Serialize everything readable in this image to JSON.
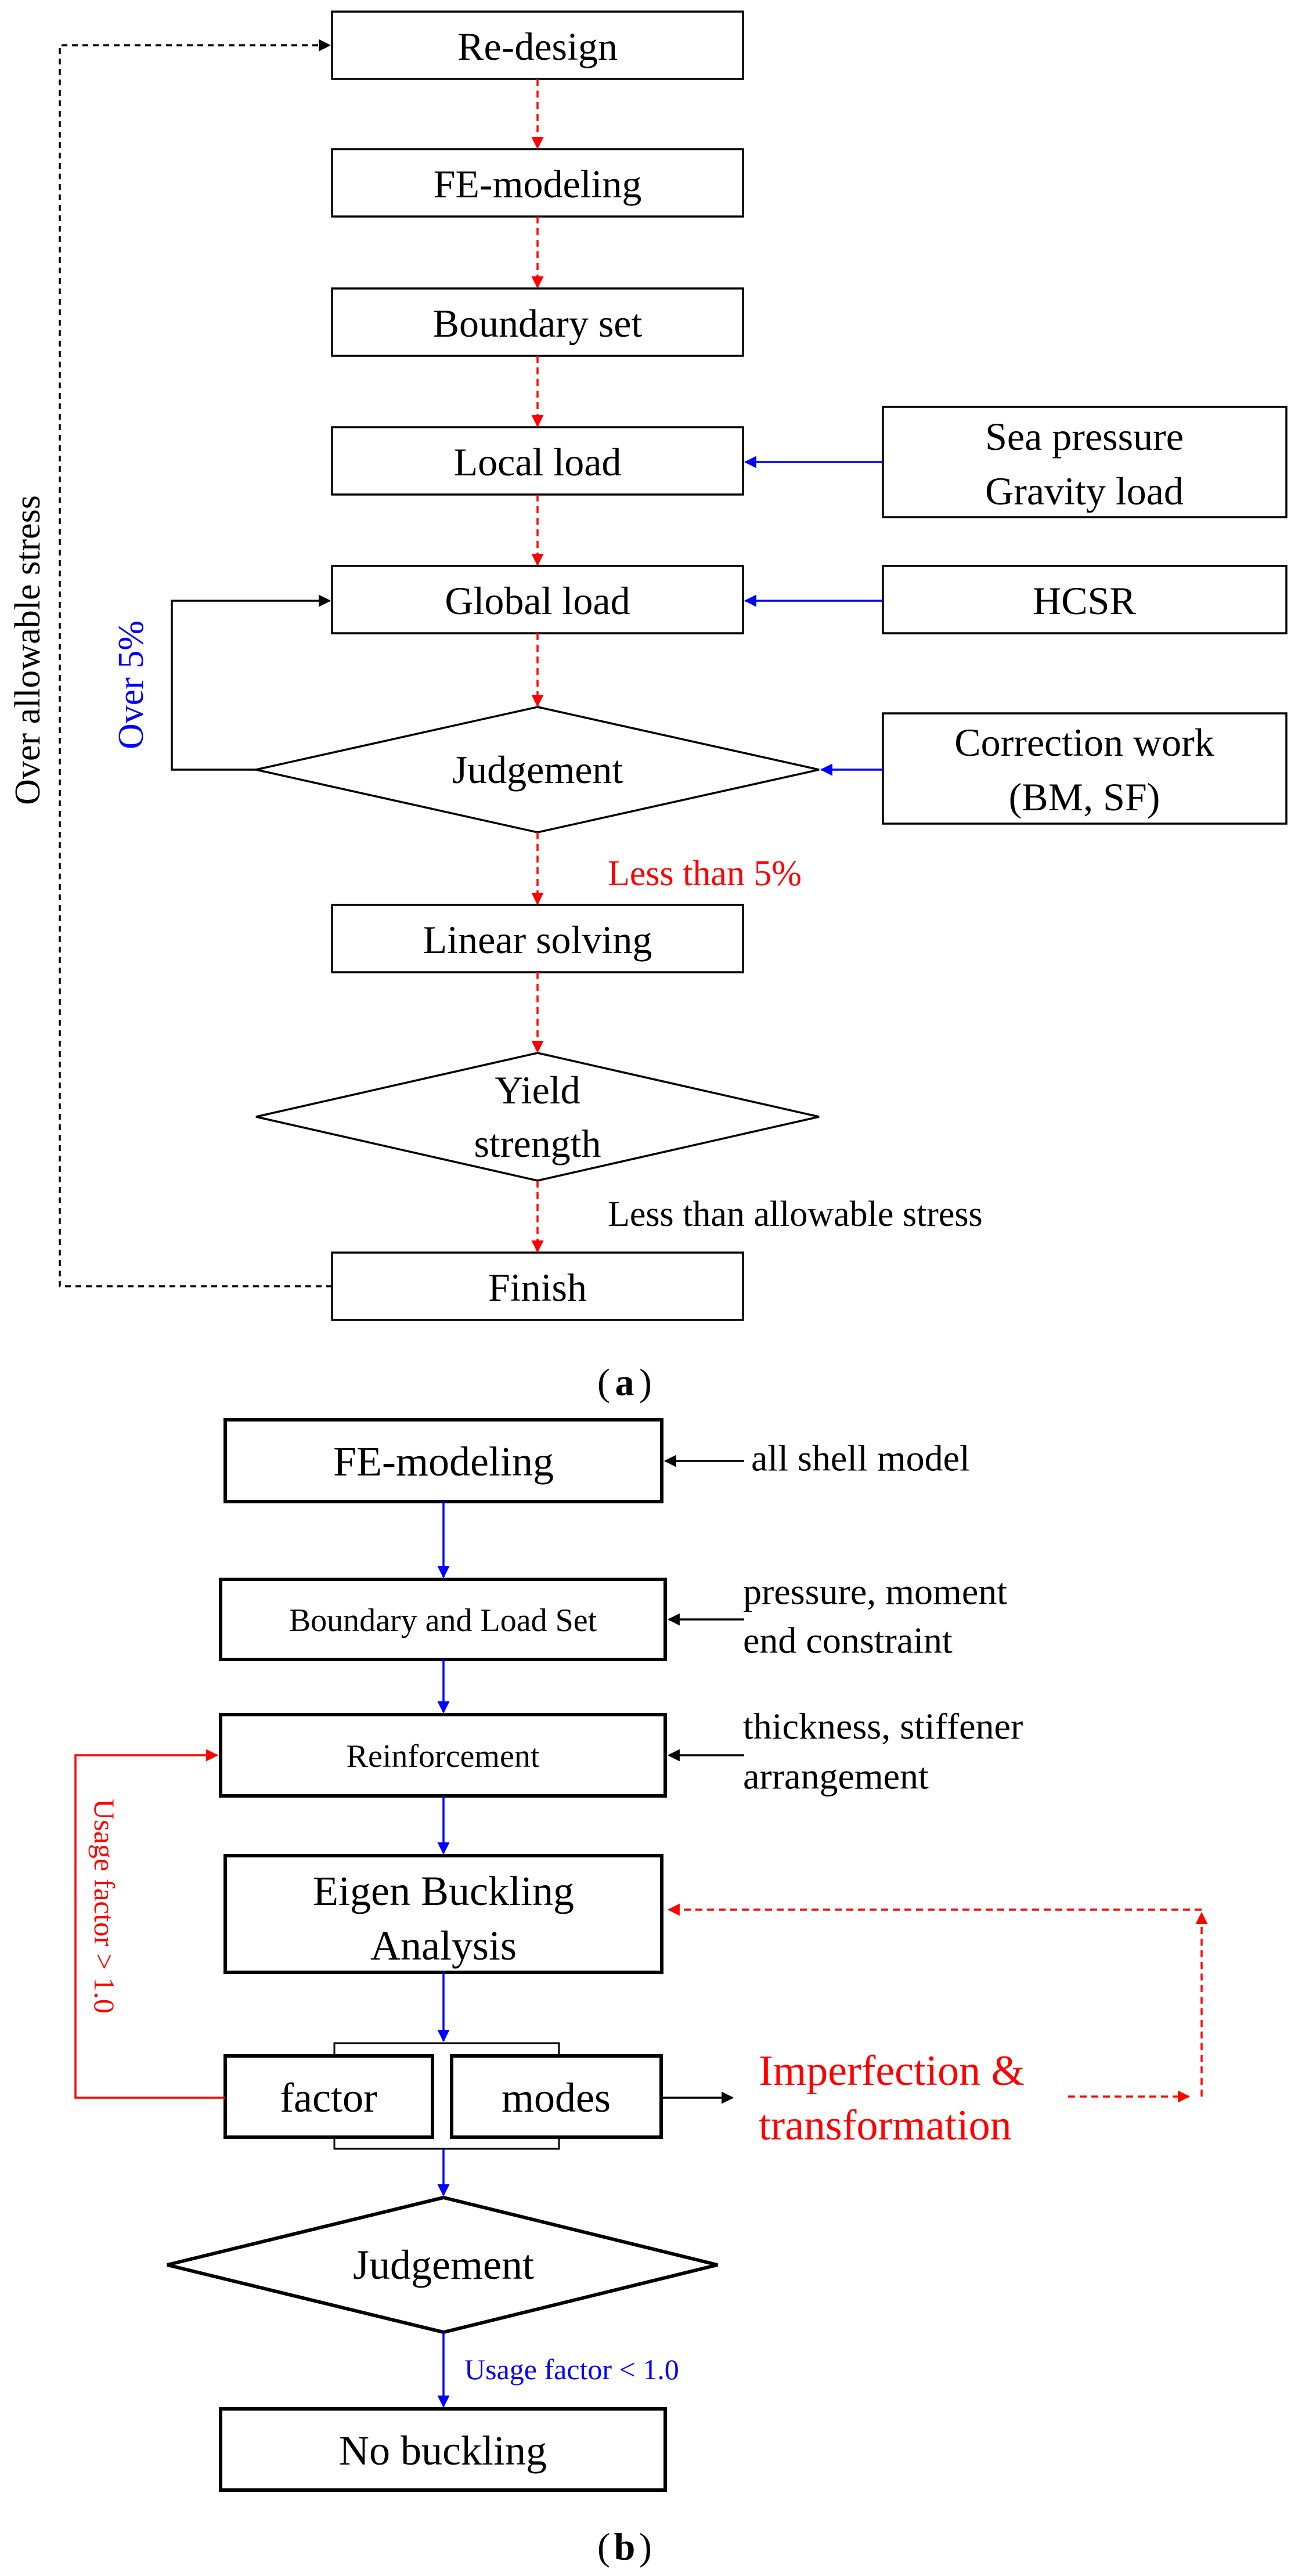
{
  "panel_a": {
    "label": "a",
    "boxes": {
      "redesign": "Re-design",
      "fe_modeling": "FE-modeling",
      "boundary_set": "Boundary set",
      "local_load": "Local load",
      "global_load": "Global load",
      "judgement": "Judgement",
      "linear_solving": "Linear solving",
      "yield_line1": "Yield",
      "yield_line2": "strength",
      "finish": "Finish"
    },
    "inputs": {
      "sea_pressure": "Sea pressure",
      "gravity_load": "Gravity load",
      "hcsr": "HCSR",
      "correction_line1": "Correction work",
      "correction_line2": "(BM, SF)"
    },
    "annotations": {
      "over_allowable": "Over allowable stress",
      "over_5": "Over 5%",
      "less_5": "Less than 5%",
      "less_allowable": "Less than allowable stress"
    }
  },
  "panel_b": {
    "label": "b",
    "boxes": {
      "fe_modeling": "FE-modeling",
      "boundary_load": "Boundary and Load Set",
      "reinforcement": "Reinforcement",
      "eigen_line1": "Eigen Buckling",
      "eigen_line2": "Analysis",
      "factor": "factor",
      "modes": "modes",
      "judgement": "Judgement",
      "no_buckling": "No buckling"
    },
    "notes": {
      "all_shell": "all shell model",
      "pressure_moment": "pressure, moment",
      "end_constraint": "end constraint",
      "thickness_stiffener": "thickness, stiffener",
      "arrangement": "arrangement",
      "imperfection_line1": "Imperfection &",
      "imperfection_line2": "transformation",
      "usage_gt": "Usage factor > 1.0",
      "usage_lt": "Usage factor < 1.0"
    }
  },
  "colors": {
    "flow_red": "#ff0000",
    "flow_blue": "#0000ff",
    "line_black": "#000000"
  }
}
